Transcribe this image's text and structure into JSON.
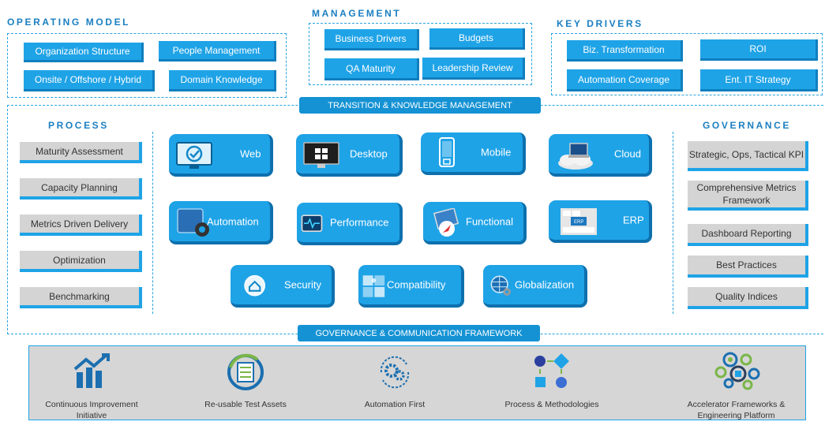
{
  "operating_model": {
    "title": "OPERATING MODEL",
    "items": [
      "Organization Structure",
      "People Management",
      "Onsite / Offshore / Hybrid",
      "Domain Knowledge"
    ]
  },
  "management": {
    "title": "MANAGEMENT",
    "items": [
      "Business Drivers",
      "Budgets",
      "QA Maturity",
      "Leadership Review"
    ]
  },
  "key_drivers": {
    "title": "KEY DRIVERS",
    "items": [
      "Biz. Transformation",
      "ROI",
      "Automation Coverage",
      "Ent. IT Strategy"
    ]
  },
  "banners": {
    "transition": "TRANSITION & KNOWLEDGE MANAGEMENT",
    "governance": "GOVERNANCE & COMMUNICATION FRAMEWORK"
  },
  "process": {
    "title": "PROCESS",
    "items": [
      "Maturity Assessment",
      "Capacity Planning",
      "Metrics Driven Delivery",
      "Optimization",
      "Benchmarking"
    ]
  },
  "governance": {
    "title": "GOVERNANCE",
    "items": [
      "Strategic, Ops, Tactical KPI",
      "Comprehensive Metrics Framework",
      "Dashboard Reporting",
      "Best Practices",
      "Quality Indices"
    ]
  },
  "tiles": {
    "web": "Web",
    "desktop": "Desktop",
    "mobile": "Mobile",
    "cloud": "Cloud",
    "automation": "Automation",
    "performance": "Performance",
    "functional": "Functional",
    "erp": "ERP",
    "security": "Security",
    "compatibility": "Compatibility",
    "globalization": "Globalization",
    "erp_key_text": "ERP"
  },
  "bottom": {
    "items": [
      {
        "label": "Continuous Improvement Initiative",
        "icon": "growth-chart-icon"
      },
      {
        "label": "Re-usable Test Assets",
        "icon": "reuse-checklist-icon"
      },
      {
        "label": "Automation First",
        "icon": "gears-cycle-icon"
      },
      {
        "label": "Process & Methodologies",
        "icon": "process-flow-icon"
      },
      {
        "label": "Accelerator Frameworks & Engineering Platform",
        "icon": "gear-network-icon"
      }
    ]
  }
}
